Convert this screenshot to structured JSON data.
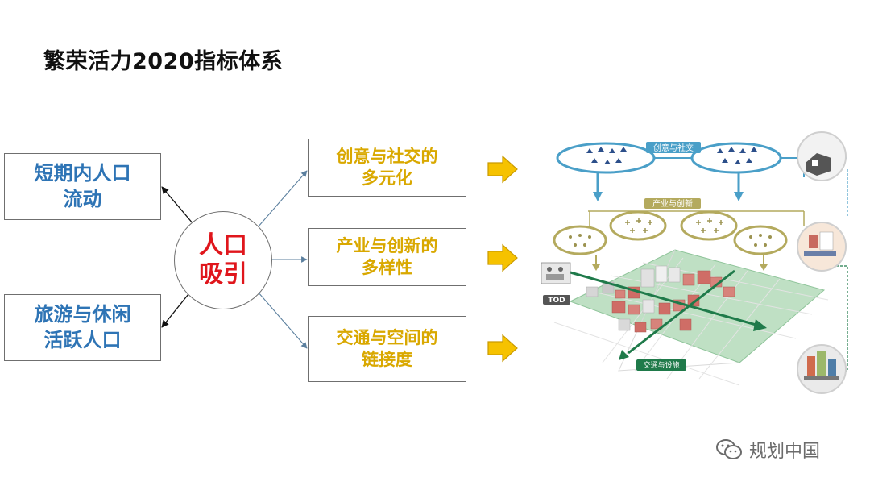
{
  "title": "繁荣活力2020指标体系",
  "left_boxes": [
    {
      "line1": "短期内人口",
      "line2": "流动"
    },
    {
      "line1": "旅游与休闲",
      "line2": "活跃人口"
    }
  ],
  "center": {
    "line1": "人口",
    "line2": "吸引"
  },
  "mid_boxes": [
    {
      "line1": "创意与社交的",
      "line2": "多元化"
    },
    {
      "line1": "产业与创新的",
      "line2": "多样性"
    },
    {
      "line1": "交通与空间的",
      "line2": "链接度"
    }
  ],
  "illustration": {
    "label_creative": "创意与社交",
    "label_industry": "产业与创新",
    "label_transport": "交通与设施",
    "label_tod": "TOD"
  },
  "watermark": {
    "text": "规划中国",
    "icon": "wechat-icon"
  },
  "colors": {
    "left_text": "#2e74b5",
    "mid_text": "#d9a800",
    "center_text": "#e0161c",
    "arrow_fill": "#f6c200",
    "bubble_blue": "#4a9fc8",
    "bubble_olive": "#b4aa5e",
    "grid_green": "#2e8b57"
  }
}
